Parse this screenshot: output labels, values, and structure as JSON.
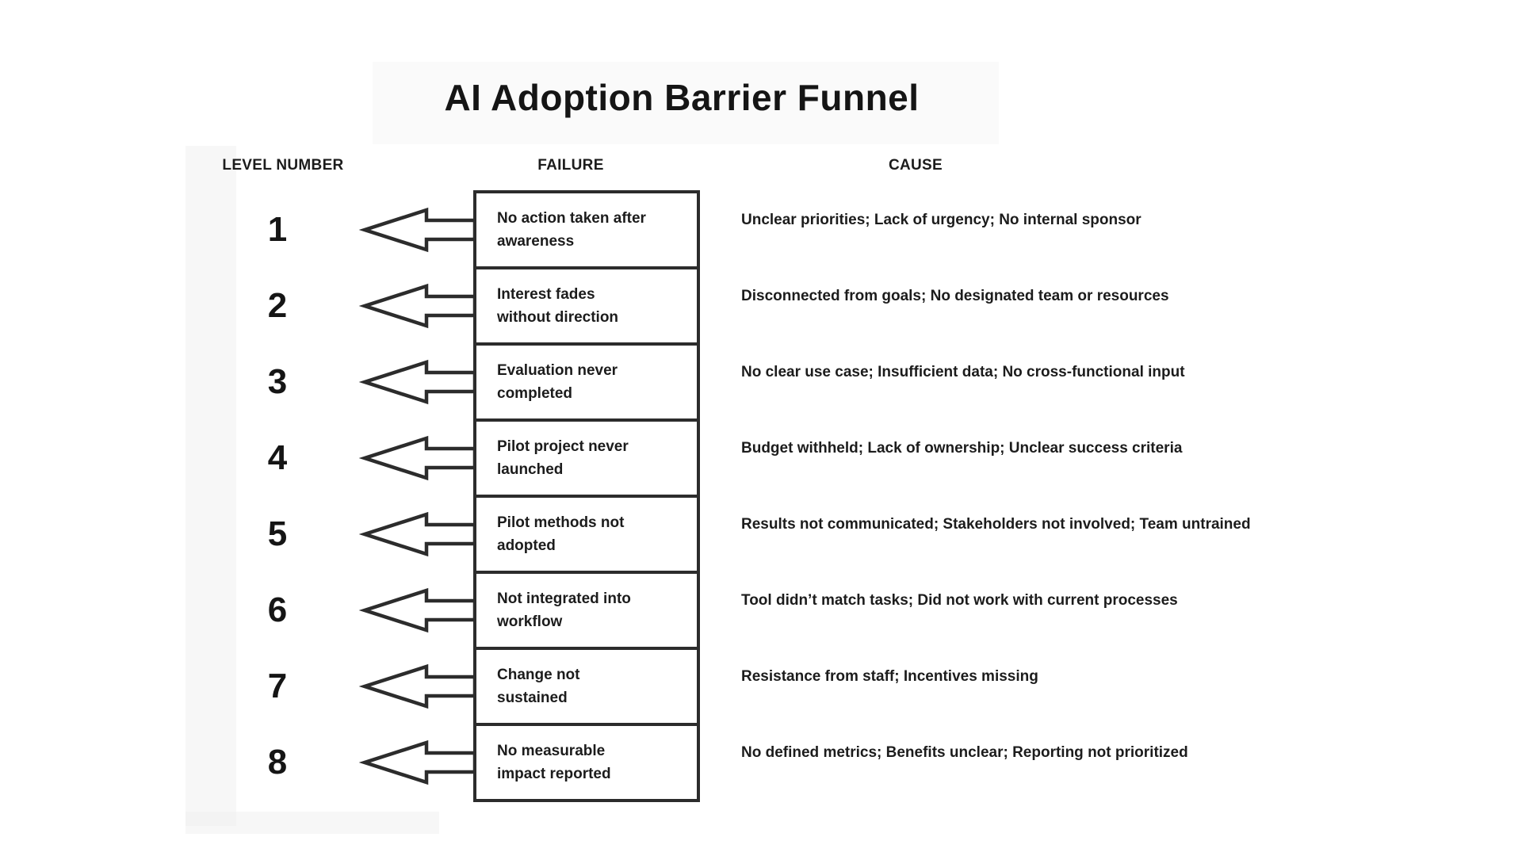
{
  "title": "AI Adoption Barrier Funnel",
  "columns": {
    "level": "LEVEL NUMBER",
    "failure": "FAILURE",
    "cause": "CAUSE"
  },
  "colors": {
    "ink": "#1c1c1c",
    "line": "#2c2c2c",
    "background": "#ffffff"
  },
  "icons": {
    "row_arrow": "left-block-arrow"
  },
  "rows": [
    {
      "level": "1",
      "failure_lines": [
        "No action taken after",
        "awareness"
      ],
      "cause": "Unclear priorities; Lack of urgency; No internal sponsor"
    },
    {
      "level": "2",
      "failure_lines": [
        "Interest fades",
        "without direction"
      ],
      "cause": "Disconnected from goals; No designated team or resources"
    },
    {
      "level": "3",
      "failure_lines": [
        "Evaluation never",
        "completed"
      ],
      "cause": "No clear use case; Insufficient data; No cross-functional input"
    },
    {
      "level": "4",
      "failure_lines": [
        "Pilot project never",
        "launched"
      ],
      "cause": "Budget withheld; Lack of ownership; Unclear success criteria"
    },
    {
      "level": "5",
      "failure_lines": [
        "Pilot methods not",
        "adopted"
      ],
      "cause": "Results not communicated; Stakeholders not involved; Team untrained"
    },
    {
      "level": "6",
      "failure_lines": [
        "Not integrated into",
        "workflow"
      ],
      "cause": "Tool didn’t match tasks; Did not work with current processes"
    },
    {
      "level": "7",
      "failure_lines": [
        "Change not",
        "sustained"
      ],
      "cause": "Resistance from staff; Incentives missing"
    },
    {
      "level": "8",
      "failure_lines": [
        "No measurable",
        "impact reported"
      ],
      "cause": "No defined metrics; Benefits unclear; Reporting not prioritized"
    }
  ]
}
